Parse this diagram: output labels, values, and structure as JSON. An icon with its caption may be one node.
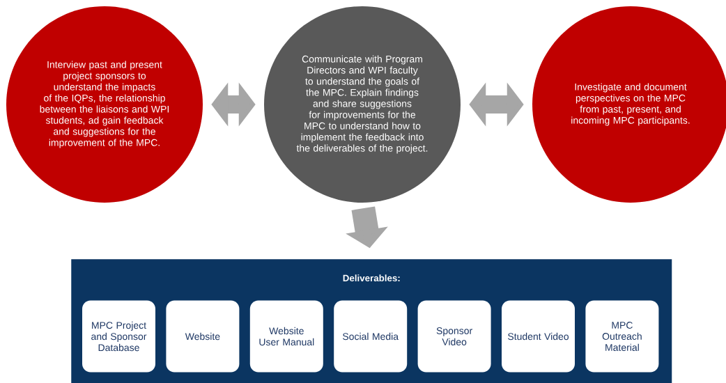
{
  "diagram": {
    "nodes": [
      {
        "text": [
          "Interview past and present project sponsors to understand the impacts of the IQPs, the relationship between the liaisons and WPI students, ad gain feedback and suggestions for the improvement of the MPC."
        ]
      },
      {
        "text": [
          "Communicate with Program Directors and WPI faculty to understand the goals of the MPC. Explain findings and share suggestions for improvements for the MPC to understand how to implement the feedback into the deliverables of the project."
        ]
      },
      {
        "text": [
          "Investigate and document perspectives on the MPC from past, present, and incoming MPC participants."
        ]
      },
      {
        "text": [
          "Deliverables:"
        ]
      },
      {
        "text": [
          "MPC Project and Sponsor Database"
        ],
        "in": 3
      },
      {
        "text": [
          "Website"
        ],
        "in": 3
      },
      {
        "text": [
          "Website User Manual"
        ],
        "in": 3
      },
      {
        "text": [
          "Social Media"
        ],
        "in": 3
      },
      {
        "text": [
          "Sponsor Video"
        ],
        "in": 3
      },
      {
        "text": [
          "Student Video"
        ],
        "in": 3
      },
      {
        "text": [
          "MPC Outreach Material"
        ],
        "in": 3
      }
    ],
    "edges": [
      {
        "from": 0,
        "to": 1,
        "arrow": "both"
      },
      {
        "from": 1,
        "to": 2,
        "arrow": "both"
      },
      {
        "from": 1,
        "to": 3,
        "arrow": "to"
      }
    ]
  }
}
